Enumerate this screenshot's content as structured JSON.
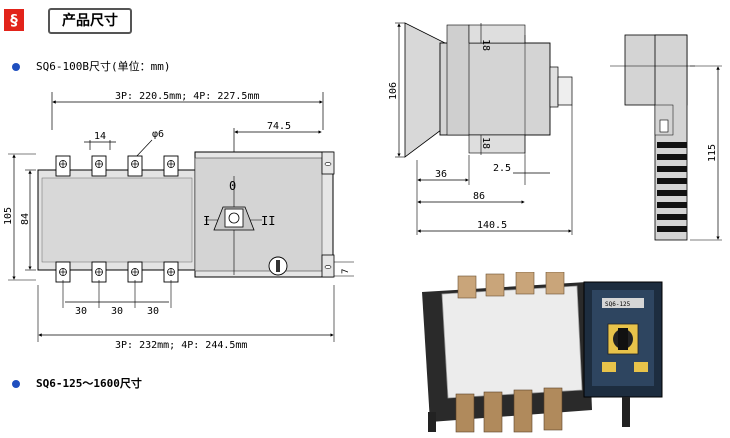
{
  "header": {
    "badge": "§",
    "title": "产品尺寸"
  },
  "sections": {
    "sq6_100b": "SQ6-100B尺寸(单位：mm)",
    "sq6_125_1600": "SQ6-125～1600尺寸"
  },
  "front_view": {
    "top_width": "3P: 220.5mm; 4P: 227.5mm",
    "bottom_width": "3P: 232mm; 4P: 244.5mm",
    "terminal_width": "14",
    "hole_dia": "φ6",
    "handle_offset": "74.5",
    "height_outer": "105",
    "height_inner": "84",
    "pitch_1": "30",
    "pitch_2": "30",
    "pitch_3": "30",
    "foot_height": "7",
    "pos_zero": "0",
    "pos_one": "I",
    "pos_two": "II"
  },
  "side_view": {
    "height": "106",
    "top_dim": "18",
    "mid_dim": "18",
    "dim_36": "36",
    "dim_2_5": "2.5",
    "dim_86": "86",
    "dim_140_5": "140.5"
  },
  "end_view": {
    "height": "115"
  },
  "photo": {
    "label_plate": "SQ6-125"
  }
}
